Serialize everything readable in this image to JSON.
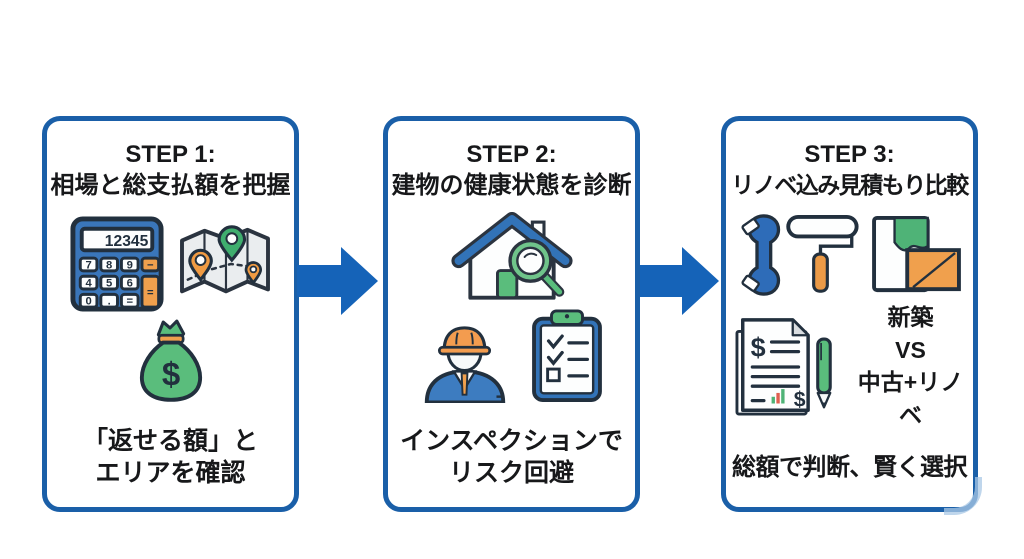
{
  "colors": {
    "card_border": "#1a5fa8",
    "arrow_blue": "#1563b8",
    "icon_blue": "#3273b8",
    "icon_green": "#5abd7c",
    "icon_orange": "#f0a04d",
    "outline_dark": "#22303e",
    "text": "#17181a",
    "background": "#ffffff"
  },
  "steps": [
    {
      "title1": "STEP 1:",
      "title2": "相場と総支払額を把握",
      "caption1": "「返せる額」と",
      "caption2": "エリアを確認",
      "calculator": {
        "display": "12345",
        "keys": [
          "7",
          "8",
          "9",
          "4",
          "5",
          "6",
          "0",
          ".",
          "="
        ],
        "minus_key": "−",
        "equals_key": "="
      },
      "money_symbol": "$"
    },
    {
      "title1": "STEP 2:",
      "title2": "建物の健康状態を診断",
      "caption1": "インスペクションで",
      "caption2": "リスク回避"
    },
    {
      "title1": "STEP 3:",
      "title2": "リノベ込み見積もり比較",
      "comparison1": "新築",
      "comparison2": "VS",
      "comparison3": "中古+リノベ",
      "invoice_symbol1": "$",
      "invoice_symbol2": "$",
      "caption1": "総額で判断、賢く選択"
    }
  ]
}
